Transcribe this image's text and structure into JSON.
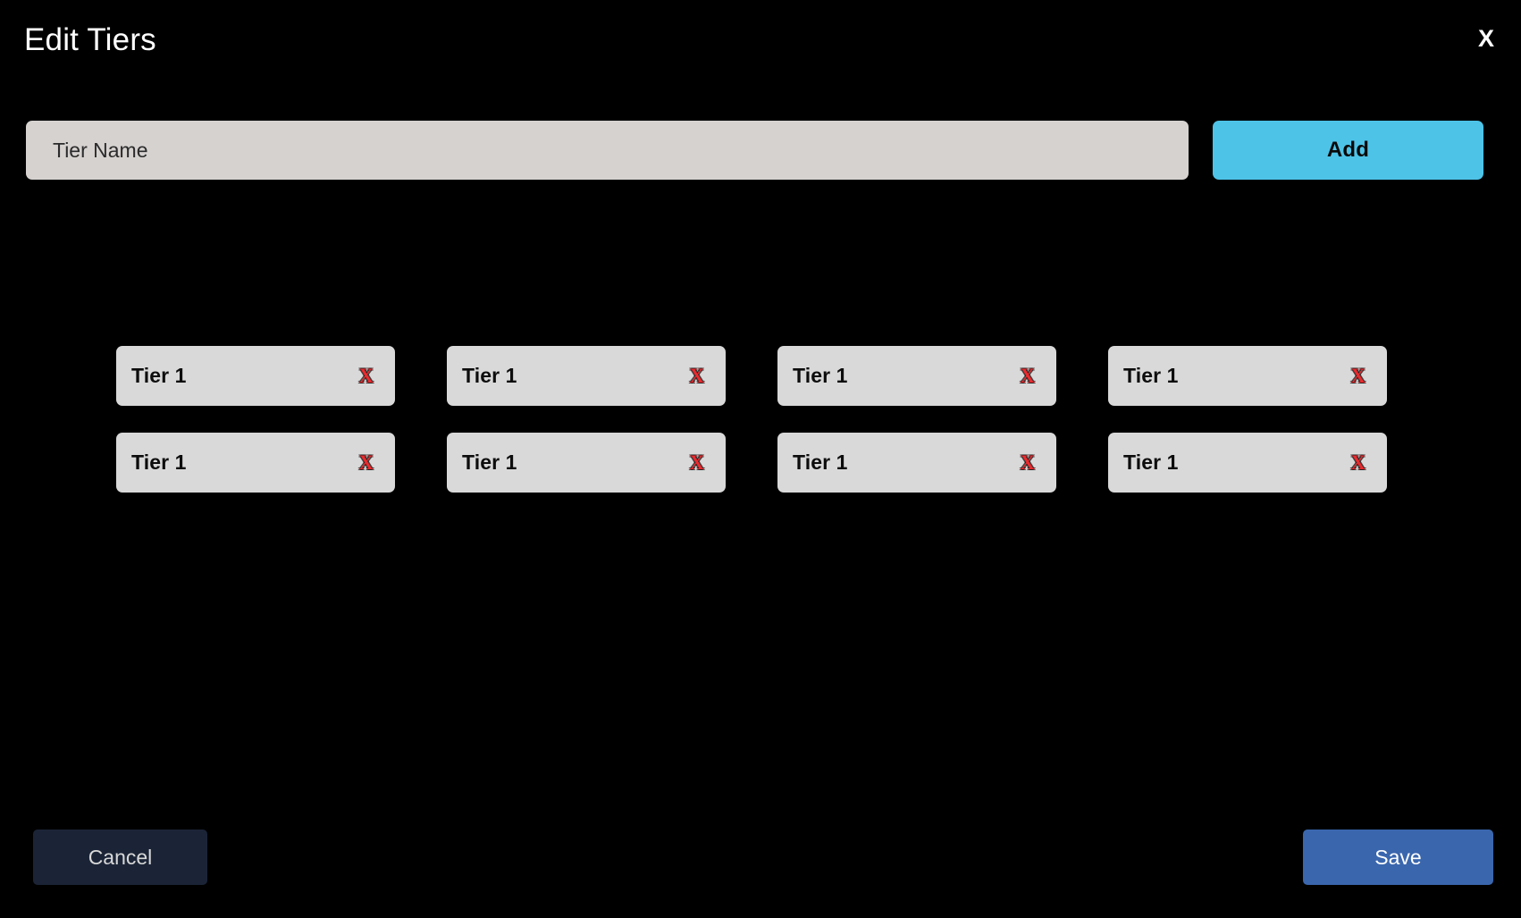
{
  "header": {
    "title": "Edit Tiers",
    "close_label": "X"
  },
  "add_row": {
    "input_placeholder": "Tier Name",
    "input_value": "",
    "add_label": "Add"
  },
  "tiers": [
    {
      "label": "Tier 1",
      "remove_icon": "X"
    },
    {
      "label": "Tier 1",
      "remove_icon": "X"
    },
    {
      "label": "Tier 1",
      "remove_icon": "X"
    },
    {
      "label": "Tier 1",
      "remove_icon": "X"
    },
    {
      "label": "Tier 1",
      "remove_icon": "X"
    },
    {
      "label": "Tier 1",
      "remove_icon": "X"
    },
    {
      "label": "Tier 1",
      "remove_icon": "X"
    },
    {
      "label": "Tier 1",
      "remove_icon": "X"
    }
  ],
  "footer": {
    "cancel_label": "Cancel",
    "save_label": "Save"
  },
  "colors": {
    "background": "#000000",
    "input_bg": "#d6d2d0",
    "chip_bg": "#d9d9d9",
    "add_accent": "#4ec3e8",
    "save_accent": "#3a66ad",
    "cancel_bg": "#1b2437",
    "remove_red": "#ea2a2e",
    "title_text": "#ffffff"
  }
}
